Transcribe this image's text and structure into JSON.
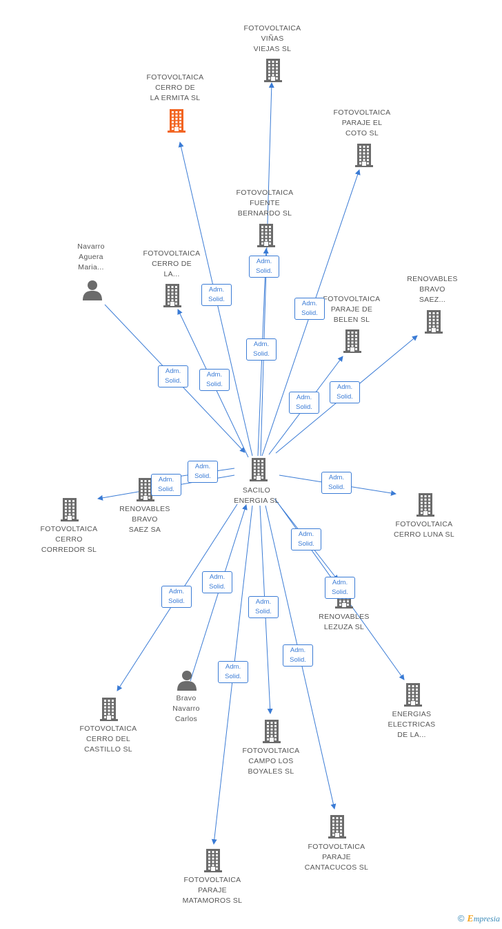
{
  "colors": {
    "edge": "#3a7bd5",
    "building": "#6b6b6b",
    "building_highlight": "#f26522",
    "person": "#6b6b6b"
  },
  "center": {
    "id": "sacilo",
    "label": "SACILO\nENERGIA SL",
    "icon": "building-icon"
  },
  "nodes": [
    {
      "id": "vinas",
      "label": "FOTOVOLTAICA\nVIÑAS\nVIEJAS SL",
      "icon": "building-icon"
    },
    {
      "id": "ermita",
      "label": "FOTOVOLTAICA\nCERRO DE\nLA ERMITA SL",
      "icon": "building-icon",
      "highlight": true
    },
    {
      "id": "coto",
      "label": "FOTOVOLTAICA\nPARAJE EL\nCOTO SL",
      "icon": "building-icon"
    },
    {
      "id": "fuente",
      "label": "FOTOVOLTAICA\nFUENTE\nBERNARDO SL",
      "icon": "building-icon"
    },
    {
      "id": "navarro",
      "label": "Navarro\nAguera\nMaria...",
      "icon": "person-icon"
    },
    {
      "id": "cerrola",
      "label": "FOTOVOLTAICA\nCERRO DE\nLA...",
      "icon": "building-icon"
    },
    {
      "id": "renbravo2",
      "label": "RENOVABLES\nBRAVO\nSAEZ...",
      "icon": "building-icon"
    },
    {
      "id": "belen",
      "label": "FOTOVOLTAICA\nPARAJE DE\nBELEN SL",
      "icon": "building-icon"
    },
    {
      "id": "renbravo",
      "label": "RENOVABLES\nBRAVO\nSAEZ SA",
      "icon": "building-icon"
    },
    {
      "id": "corredor",
      "label": "FOTOVOLTAICA\nCERRO\nCORREDOR SL",
      "icon": "building-icon"
    },
    {
      "id": "luna",
      "label": "FOTOVOLTAICA\nCERRO LUNA SL",
      "icon": "building-icon"
    },
    {
      "id": "lezuza",
      "label": "RENOVABLES\nLEZUZA SL",
      "icon": "building-icon"
    },
    {
      "id": "energias",
      "label": "ENERGIAS\nELECTRICAS\nDE LA...",
      "icon": "building-icon"
    },
    {
      "id": "castillo",
      "label": "FOTOVOLTAICA\nCERRO DEL\nCASTILLO SL",
      "icon": "building-icon"
    },
    {
      "id": "bravoc",
      "label": "Bravo\nNavarro\nCarlos",
      "icon": "person-icon"
    },
    {
      "id": "boyales",
      "label": "FOTOVOLTAICA\nCAMPO LOS\nBOYALES SL",
      "icon": "building-icon"
    },
    {
      "id": "cantacucos",
      "label": "FOTOVOLTAICA\nPARAJE\nCANTACUCOS SL",
      "icon": "building-icon"
    },
    {
      "id": "matamoros",
      "label": "FOTOVOLTAICA\nPARAJE\nMATAMOROS SL",
      "icon": "building-icon"
    }
  ],
  "relation_label": {
    "line1": "Adm.",
    "line2": "Solid."
  },
  "footer": {
    "copyright": "©",
    "brand_first": "E",
    "brand_rest": "mpresia"
  }
}
